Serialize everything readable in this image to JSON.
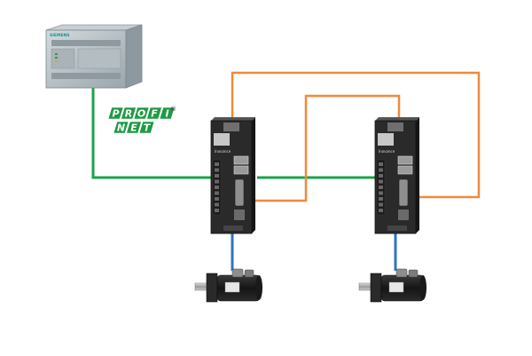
{
  "logo": {
    "profi_letters": [
      "P",
      "R",
      "O",
      "F",
      "I"
    ],
    "net_letters": [
      "N",
      "E",
      "T"
    ],
    "registered": "®"
  },
  "plc": {
    "brand": "SIEMENS"
  },
  "drives": [
    {
      "brand": "Inovance"
    },
    {
      "brand": "Inovance"
    }
  ],
  "colors": {
    "profinet_cable": "#1aa34a",
    "encoder_cable": "#ef8a3c",
    "motor_cable": "#2f74c0",
    "logo_green": "#1e9b43",
    "plc_body": "#b9c3c9",
    "drive_body": "#2a2a2a",
    "motor_body": "#1c1c1c"
  }
}
